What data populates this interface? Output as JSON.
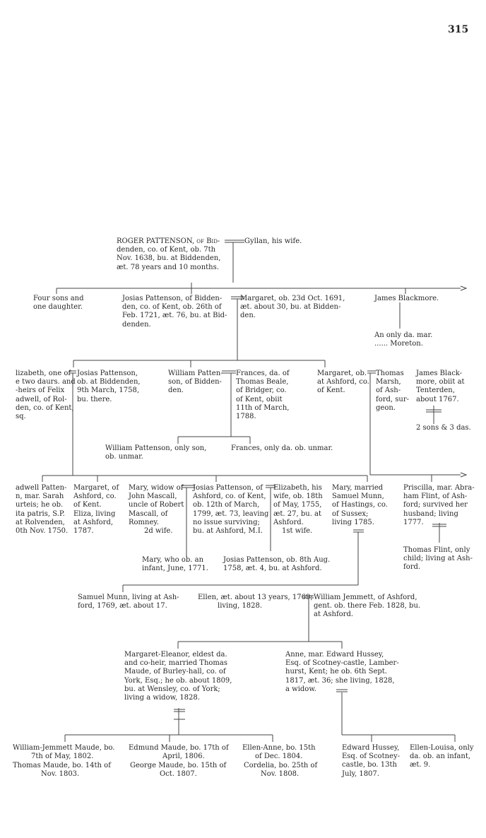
{
  "page_number": "315",
  "gen1": {
    "roger": [
      "ROGER PATTENSON, of Bid-",
      "denden, co. of Kent, ob. 7th",
      "Nov. 1638, bu. at Biddenden,",
      "æt. 78 years and 10 months."
    ],
    "gyllan": "Gyllan, his wife."
  },
  "gen2": {
    "four_sons": [
      "Four sons and",
      "one daughter."
    ],
    "josias_sr": [
      "Josias Pattenson, of Bidden-",
      "den, co. of Kent, ob. 26th of",
      "Feb. 1721, æt. 76, bu. at Bid-",
      "denden."
    ],
    "margaret_1691": [
      "Margaret, ob. 23d Oct. 1691,",
      "æt. about 30, bu. at Bidden-",
      "den."
    ],
    "james_blackmore": "James Blackmore.",
    "only_da": [
      "An only da. mar.",
      "...... Moreton."
    ]
  },
  "gen3": {
    "elizabeth": [
      "lizabeth, one of",
      "e two daurs. and",
      "-heirs of Felix",
      "adwell, of Rol-",
      "den, co. of Kent,",
      "sq."
    ],
    "josias_1758": [
      "Josias Pattenson,",
      "ob. at Biddenden,",
      "9th March, 1758,",
      "bu. there."
    ],
    "william": [
      "William Patten-",
      "son, of Bidden-",
      "den."
    ],
    "frances_beale": [
      "Frances, da. of",
      "Thomas Beale,",
      "of Bridger, co.",
      "of Kent, obiit",
      "11th of March,",
      "1788."
    ],
    "margaret_ashford": [
      "Margaret, ob.",
      "at Ashford, co.",
      "of Kent."
    ],
    "thomas_marsh": [
      "Thomas",
      "Marsh,",
      "of Ash-",
      "ford, sur-",
      "geon."
    ],
    "james_blackmore_jr": [
      "James Black-",
      "more, obiit at",
      "Tenterden,",
      "about 1767."
    ],
    "sons_das": "2 sons & 3 das.",
    "william_only": [
      "William Pattenson, only son,",
      "ob. unmar."
    ],
    "frances_only": "Frances, only da. ob. unmar."
  },
  "gen4": {
    "adwell": [
      "adwell Patten-",
      "n, mar. Sarah",
      "urteis; he ob.",
      "ita patris, S.P.",
      "at Rolvenden,",
      "0th Nov. 1750."
    ],
    "margaret_kent": [
      "Margaret, of",
      "Ashford, co.",
      "of Kent.",
      "Eliza, living",
      "at Ashford,",
      "1787."
    ],
    "mary_widow": [
      "Mary, widow of",
      "John Mascall,",
      "uncle of Robert",
      "Mascall, of",
      "Romney.",
      "2d wife."
    ],
    "josias_1799": [
      "Josias Pattenson, of",
      "Ashford, co. of Kent,",
      "ob. 12th of March,",
      "1799, æt. 73, leaving",
      "no issue surviving;",
      "bu. at Ashford, M.I."
    ],
    "elizabeth_1755": [
      "Elizabeth, his",
      "wife, ob. 18th",
      "of May, 1755,",
      "æt. 27, bu. at",
      "Ashford.",
      "1st wife."
    ],
    "mary_munn": [
      "Mary, married",
      "Samuel Munn,",
      "of Hastings, co.",
      "of Sussex;",
      "living 1785."
    ],
    "priscilla": [
      "Priscilla, mar. Abra-",
      "ham Flint, of Ash-",
      "ford; survived her",
      "husband; living",
      "1777."
    ],
    "thomas_flint": [
      "Thomas Flint, only",
      "child; living at Ash-",
      "ford."
    ],
    "mary_infant": [
      "Mary, who ob. an",
      "infant, June, 1771."
    ],
    "josias_infant": [
      "Josias Pattenson, ob. 8th Aug.",
      "1758, æt. 4, bu. at Ashford."
    ]
  },
  "gen5": {
    "samuel_munn": [
      "Samuel Munn, living at Ash-",
      "ford, 1769, æt. about 17."
    ],
    "ellen": [
      "Ellen, æt. about 13 years, 1769;",
      "living, 1828."
    ],
    "william_jemmett": [
      "William Jemmett, of Ashford,",
      "gent. ob. there Feb. 1828, bu.",
      "at Ashford."
    ]
  },
  "gen6": {
    "margaret_eleanor": [
      "Margaret-Eleanor, eldest da.",
      "and co-heir, married Thomas",
      "Maude, of Burley-hall, co. of",
      "York, Esq.; he ob. about 1809,",
      "bu. at Wensley, co. of York;",
      "living a widow, 1828."
    ],
    "anne": [
      "Anne, mar. Edward Hussey,",
      "Esq. of Scotney-castle, Lamber-",
      "hurst, Kent; he ob. 6th Sept.",
      "1817, æt. 36; she living, 1828,",
      "a widow."
    ]
  },
  "gen7": {
    "wj_maude": [
      "William-Jemmett Maude, bo.",
      "7th of May, 1802."
    ],
    "thomas_maude": [
      "Thomas Maude, bo. 14th of",
      "Nov. 1803."
    ],
    "edmund_maude": [
      "Edmund Maude, bo. 17th of",
      "April, 1806."
    ],
    "george_maude": [
      "George Maude, bo. 15th of",
      "Oct. 1807."
    ],
    "ellen_anne": [
      "Ellen-Anne, bo. 15th",
      "of Dec. 1804."
    ],
    "cordelia": [
      "Cordelia, bo. 25th of",
      "Nov. 1808."
    ],
    "edward_hussey": [
      "Edward Hussey,",
      "Esq. of Scotney-",
      "castle, bo. 13th",
      "July, 1807."
    ],
    "ellen_louisa": [
      "Ellen-Louisa, only",
      "da. ob. an infant,",
      "æt. 9."
    ]
  }
}
